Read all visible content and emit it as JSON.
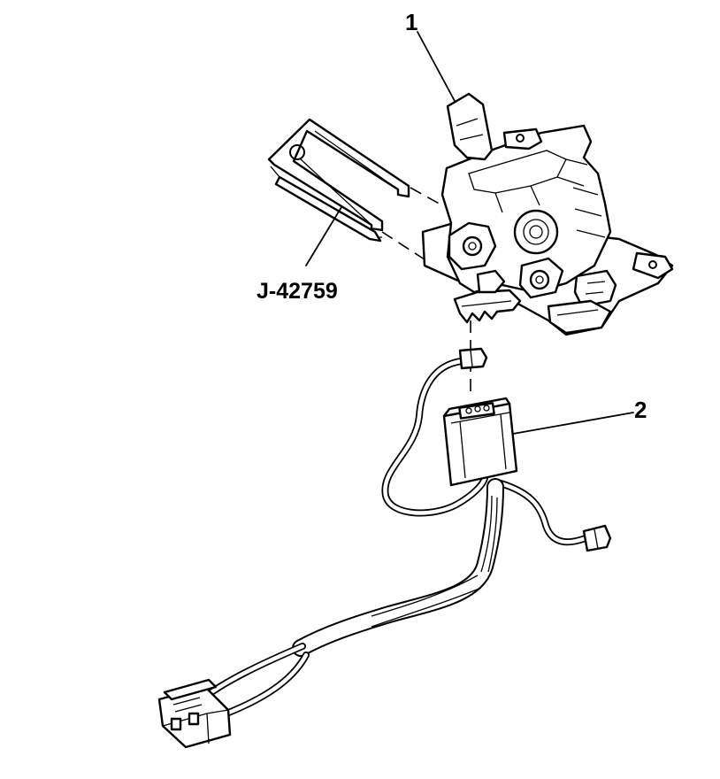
{
  "callouts": {
    "latch": "1",
    "actuator": "2",
    "tool": "J-42759"
  }
}
